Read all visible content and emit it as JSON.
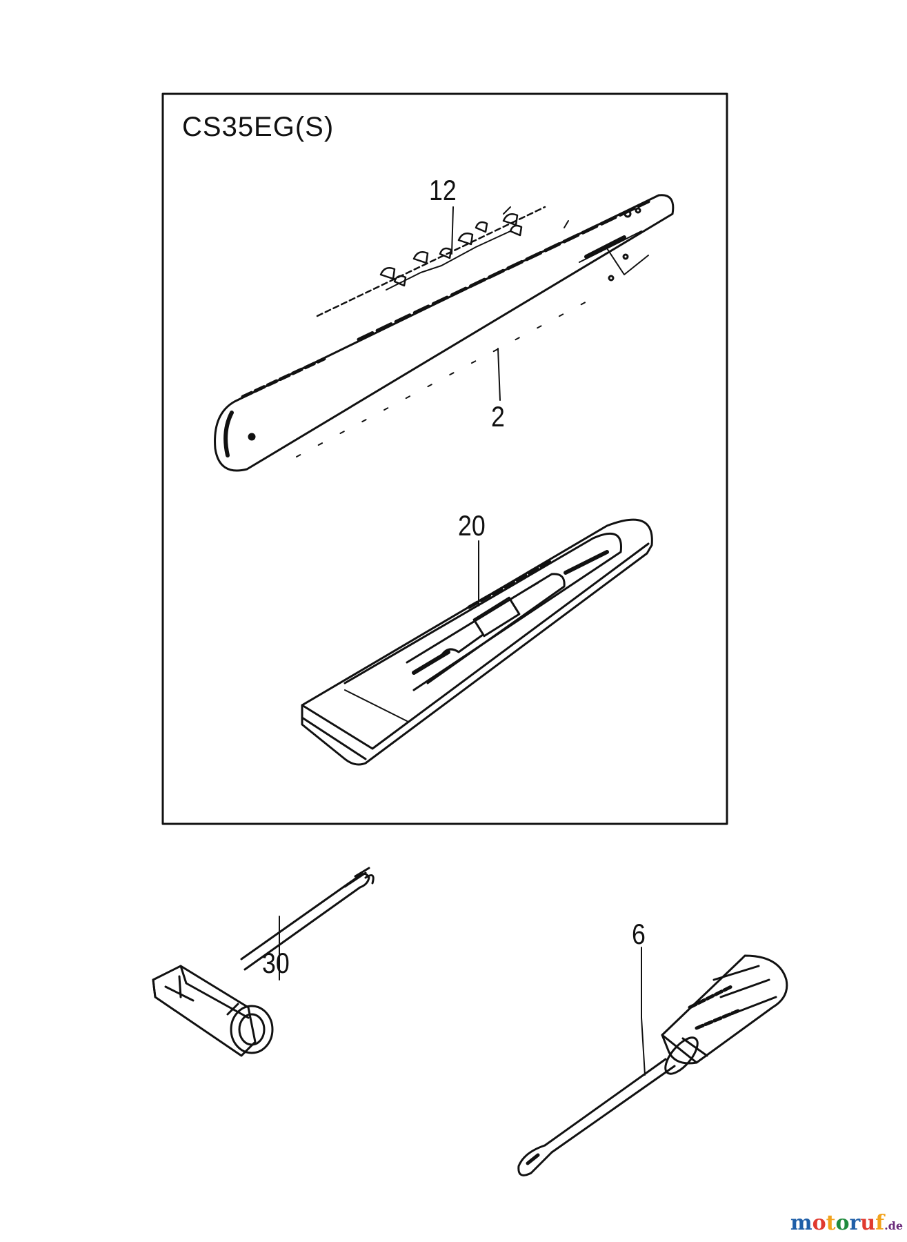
{
  "model": "CS35EG(S)",
  "callouts": {
    "chain": "12",
    "bar": "2",
    "bar_cover": "20",
    "combination_wrench": "30",
    "screwdriver": "6"
  },
  "watermark": {
    "letters": [
      {
        "char": "m",
        "color": "#1f5fa8"
      },
      {
        "char": "o",
        "color": "#e03a2f"
      },
      {
        "char": "t",
        "color": "#f2a21b"
      },
      {
        "char": "o",
        "color": "#1f8a3c"
      },
      {
        "char": "r",
        "color": "#1f5fa8"
      },
      {
        "char": "u",
        "color": "#e03a2f"
      },
      {
        "char": "f",
        "color": "#f2a21b"
      }
    ],
    "suffix": ".de"
  }
}
